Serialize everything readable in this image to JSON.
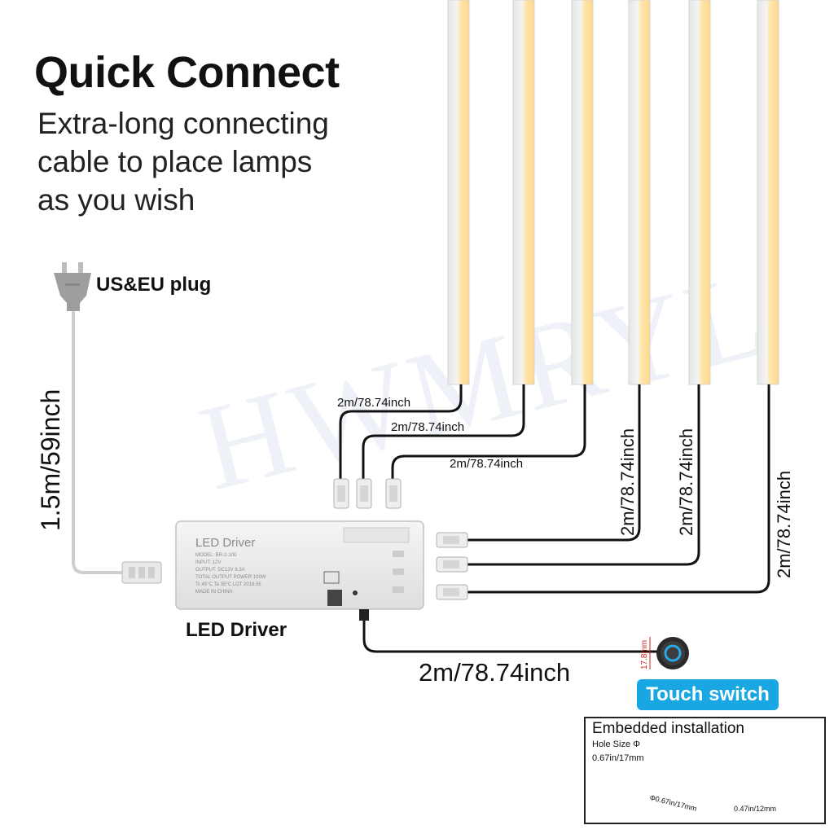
{
  "heading": {
    "title": "Quick Connect",
    "subtitle_lines": [
      "Extra-long connecting",
      "cable to place lamps",
      "as you wish"
    ]
  },
  "plug": {
    "label": "US&EU plug",
    "cable_length": "1.5m/59inch"
  },
  "driver": {
    "label": "LED Driver",
    "housing_text": "LED Driver",
    "housing_specs": [
      "MODEL: BR-2-100",
      "INPUT: 12V",
      "OUTPUT: DC12V 8.3A",
      "TOTAL OUTPUT POWER 100W",
      "Tc 45°C  Ta 35°C  LOT 2019.05",
      "MADE IN CHINA"
    ]
  },
  "cables": {
    "lamp1": "2m/78.74inch",
    "lamp2": "2m/78.74inch",
    "lamp3": "2m/78.74inch",
    "lamp4": "2m/78.74inch",
    "lamp5": "2m/78.74inch",
    "lamp6": "2m/78.74inch",
    "switch": "2m/78.74inch"
  },
  "touch_switch": {
    "label": "Touch switch",
    "height_dim": "17.8mm"
  },
  "embedded": {
    "title": "Embedded installation",
    "hole_label": "Hole Size Φ",
    "hole_size": "0.67in/17mm",
    "dim_diameter": "Φ0.67in/17mm",
    "dim_depth": "0.47in/12mm"
  },
  "watermark": "HWMRYL",
  "colors": {
    "accent": "#19a7e4",
    "lamp_glow": "#ffd98a",
    "cable": "#111111",
    "plug_cable": "#cfcfcf"
  }
}
